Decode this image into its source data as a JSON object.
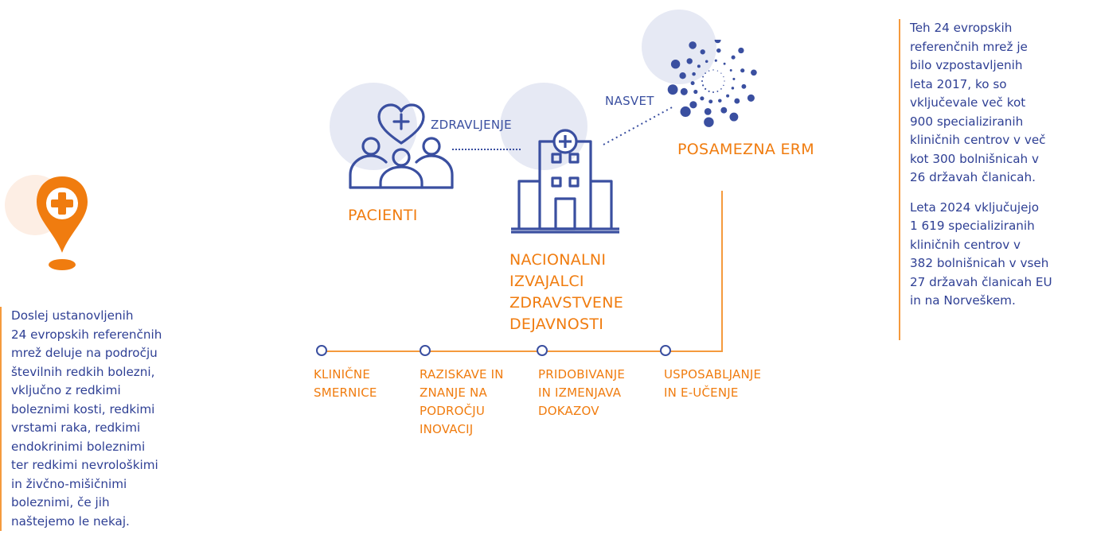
{
  "left_note": {
    "text_lines": [
      "Doslej ustanovljenih",
      "24 evropskih referenčnih",
      "mrež deluje na področju",
      "številnih redkih bolezni,",
      "vključno z redkimi",
      "boleznimi kosti, redkimi",
      "vrstami raka, redkimi",
      "endokrinimi boleznimi",
      "ter redkimi nevrološkimi",
      "in živčno-mišičnimi",
      "boleznimi, če jih",
      "naštejemo le nekaj."
    ]
  },
  "right_note": {
    "para1_lines": [
      "Teh 24 evropskih",
      "referenčnih mrež je",
      "bilo vzpostavljenih",
      "leta 2017, ko so",
      "vključevale več kot",
      "900 specializiranih",
      "kliničnih centrov v več",
      "kot 300 bolnišnicah v",
      "26 državah članicah."
    ],
    "para2_lines": [
      "Leta 2024 vključujejo",
      "1 619 specializiranih",
      "kliničnih centrov v",
      "382 bolnišnicah v vseh",
      "27 državah članicah EU",
      "in na Norveškem."
    ]
  },
  "diagram": {
    "patients": "PACIENTI",
    "treatment_link": "ZDRAVLJENJE",
    "providers_lines": [
      "NACIONALNI",
      "IZVAJALCI",
      "ZDRAVSTVENE",
      "DEJAVNOSTI"
    ],
    "advice_link": "NASVET",
    "ern": "POSAMEZNA ERM",
    "steps": [
      {
        "lines": [
          "KLINIČNE",
          "SMERNICE"
        ]
      },
      {
        "lines": [
          "RAZISKAVE IN",
          "ZNANJE NA",
          "PODROČJU",
          "INOVACIJ"
        ]
      },
      {
        "lines": [
          "PRIDOBIVANJE",
          "IN IZMENJAVA",
          "DOKAZOV"
        ]
      },
      {
        "lines": [
          "USPOSABLJANJE",
          "IN E-UČENJE"
        ]
      }
    ]
  },
  "colors": {
    "accent_orange": "#f07c0f",
    "brand_blue": "#3a4fa0",
    "text_blue": "#2e3f94",
    "soft_circle": "#e6e9f4"
  },
  "icons": [
    "location-pin-plus-icon",
    "patients-heart-icon",
    "hospital-icon",
    "ern-network-icon"
  ]
}
